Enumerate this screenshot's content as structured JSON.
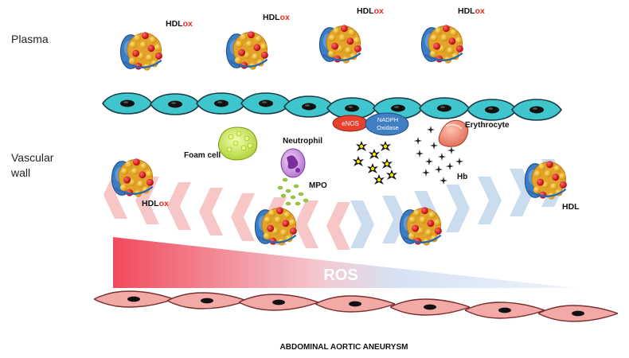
{
  "labels": {
    "plasma": "Plasma",
    "vascular_line1": "Vascular",
    "vascular_line2": "wall",
    "hdl_prefix": "HDL",
    "hdl_suffix": "ox",
    "hdl": "HDL",
    "foam_cell": "Foam cell",
    "neutrophil": "Neutrophil",
    "mpo": "MPO",
    "enos": "eNOS",
    "nadph_line1": "NADPH",
    "nadph_line2": "Oxidase",
    "erythrocyte": "Erythrocyte",
    "hb": "Hb",
    "ros": "ROS",
    "footer": "ABDOMINAL AORTIC ANEURYSM"
  },
  "colors": {
    "endothelium": "#3ec6cc",
    "smooth_muscle": "#f0a8a8",
    "red_arrow": "#f7c4c4",
    "blue_arrow": "#c5d8ec",
    "ros_red": "#f25060",
    "ros_blue": "#c7d9f0",
    "ox_red": "#e8281c"
  }
}
